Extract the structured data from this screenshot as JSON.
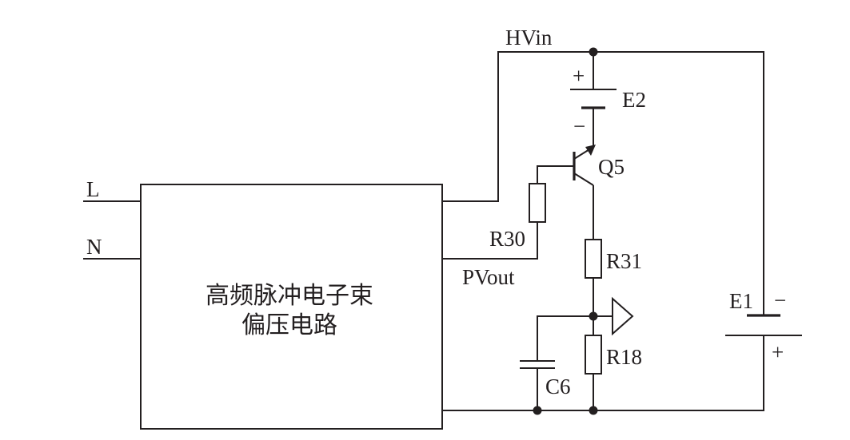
{
  "block": {
    "line1": "高频脉冲电子束",
    "line2": "偏压电路"
  },
  "terminals": {
    "live": "L",
    "neutral": "N"
  },
  "nets": {
    "hvin": "HVin",
    "pvout": "PVout"
  },
  "components": {
    "e2": "E2",
    "q5": "Q5",
    "r30": "R30",
    "r31": "R31",
    "r18": "R18",
    "c6": "C6",
    "e1": "E1"
  },
  "polarity": {
    "e2_plus": "+",
    "e2_minus": "−",
    "e1_minus": "−",
    "e1_plus": "+"
  },
  "colors": {
    "ink": "#231f20",
    "background": "#ffffff"
  }
}
